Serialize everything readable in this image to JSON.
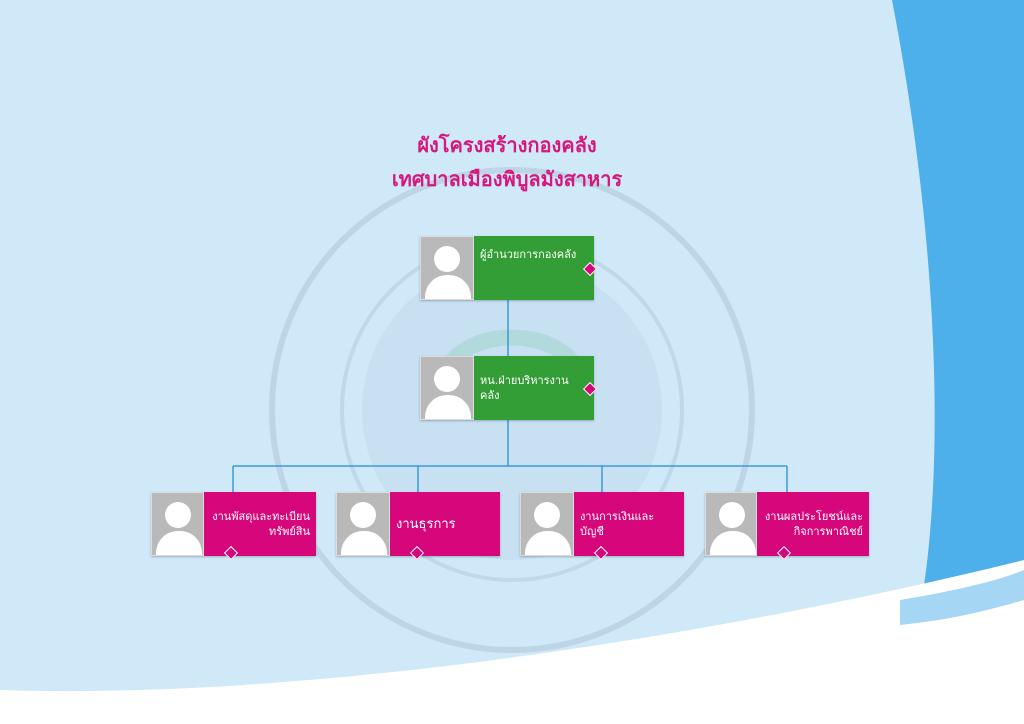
{
  "title": {
    "line1": "ผังโครงสร้างกองคลัง",
    "line2": "เทศบาลเมืองพิบูลมังสาหาร"
  },
  "colors": {
    "title": "#d6177d",
    "green_box": "#339e36",
    "pink_box": "#d6077a",
    "connector": "#3a9ad6",
    "background": "#cfe9f8"
  },
  "org": {
    "root": {
      "label": "ผู้อำนวยการกองคลัง"
    },
    "level2": {
      "label": "หน.ฝ่ายบริหารงานคลัง"
    },
    "level3": [
      {
        "label": "งานพัสดุและทะเบียนทรัพย์สิน"
      },
      {
        "label": "งานธุรการ"
      },
      {
        "label": "งานการเงินและบัญชี"
      },
      {
        "label": "งานผลประโยชน์และกิจการพาณิชย์"
      }
    ]
  }
}
